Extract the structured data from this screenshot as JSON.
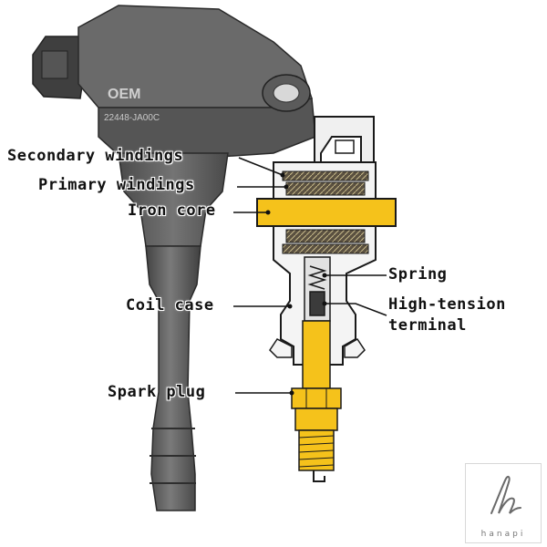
{
  "labels": {
    "secondary_windings": "Secondary windings",
    "primary_windings": "Primary windings",
    "iron_core": "Iron core",
    "spring": "Spring",
    "high_tension_line1": "High-tension",
    "high_tension_line2": "terminal",
    "coil_case": "Coil case",
    "spark_plug": "Spark plug"
  },
  "product_marking": {
    "brand": "OEM",
    "part_number": "22448-JA00C"
  },
  "watermark": {
    "name": "hanapi"
  },
  "colors": {
    "highlight_yellow": "#f5c21b",
    "coil_body_gray": "#5e5e5e",
    "outline": "#1a1a1a",
    "winding_brown": "#6b5a3a"
  }
}
